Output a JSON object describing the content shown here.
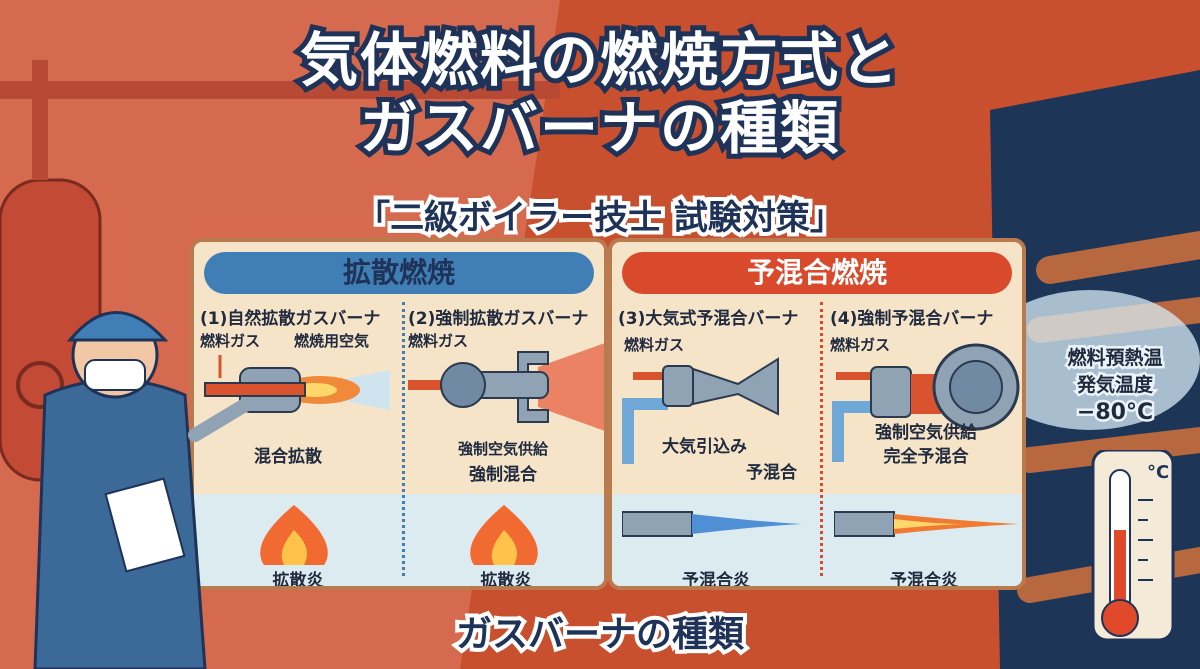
{
  "title": {
    "line1": "気体燃料の燃焼方式と",
    "line2": "ガスバーナの種類"
  },
  "subtitle": "「二級ボイラー技士 試験対策」",
  "diffusion": {
    "header": "拡散燃焼",
    "color": "#3f7fb5",
    "burner1": {
      "name": "(1)自然拡散ガスバーナ",
      "fuel": "燃料ガス",
      "air": "燃焼用空気",
      "note": "混合拡散",
      "flame": "拡散炎"
    },
    "burner2": {
      "name": "(2)強制拡散ガスバーナ",
      "fuel": "燃料ガス",
      "note1": "強制空気供給",
      "note2": "強制混合",
      "flame": "拡散炎"
    }
  },
  "premix": {
    "header": "予混合燃焼",
    "color": "#d84a2b",
    "burner3": {
      "name": "(3)大気式予混合バーナ",
      "fuel": "燃料ガス",
      "note1": "大気引込み",
      "note2": "予混合",
      "flame": "予混合炎"
    },
    "burner4": {
      "name": "(4)強制予混合バーナ",
      "fuel": "燃料ガス",
      "note1": "強制空気供給",
      "note2": "完全予混合",
      "flame": "予混合炎"
    }
  },
  "bottom_caption": "ガスバーナの種類",
  "temperature": {
    "line1": "燃料預熱温",
    "line2": "発気温度",
    "value": "−80°C",
    "unit": "°C"
  }
}
